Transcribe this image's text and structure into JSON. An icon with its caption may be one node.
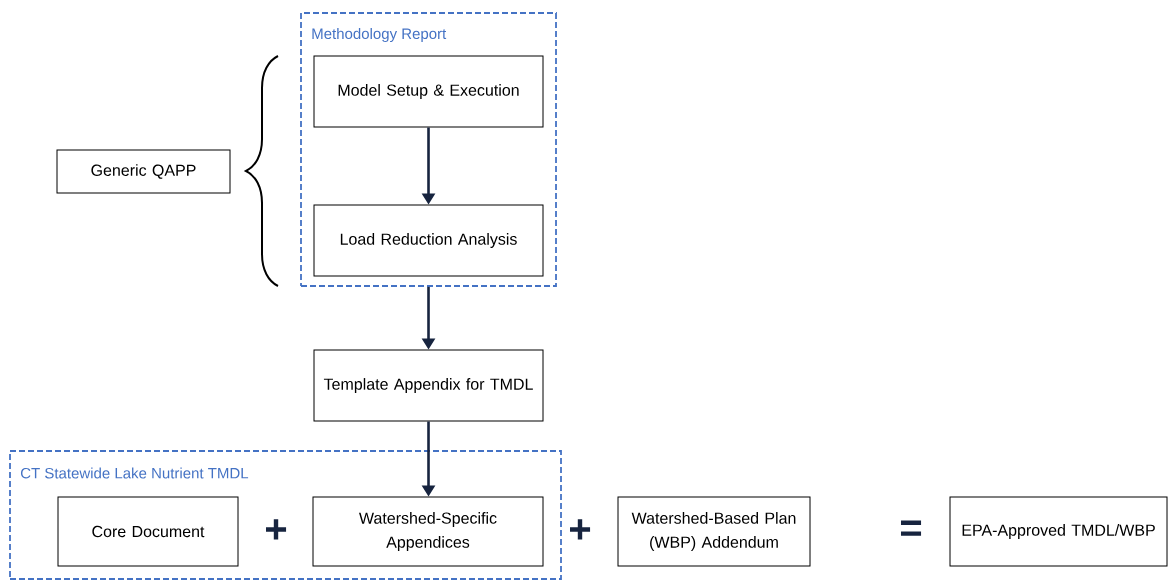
{
  "diagram": {
    "nodes": [
      {
        "text": [
          "Methodology Report"
        ]
      },
      {
        "text": [
          "Model Setup & Execution"
        ],
        "in": 0
      },
      {
        "text": [
          "Load Reduction Analysis"
        ],
        "in": 0
      },
      {
        "text": [
          "Generic QAPP"
        ]
      },
      {
        "text": [
          "Template Appendix for TMDL"
        ]
      },
      {
        "text": [
          "CT Statewide Lake Nutrient TMDL"
        ]
      },
      {
        "text": [
          "Core Document"
        ],
        "in": 5
      },
      {
        "text": [
          "Watershed-Specific Appendices"
        ],
        "in": 5
      },
      {
        "text": [
          "Watershed-Based Plan (WBP) Addendum"
        ]
      },
      {
        "text": [
          "EPA-Approved TMDL/WBP"
        ]
      }
    ],
    "edges": [
      {
        "from": 1,
        "to": 2,
        "arrow": "to"
      },
      {
        "from": 0,
        "to": 4,
        "arrow": "to"
      },
      {
        "from": 4,
        "to": 7,
        "arrow": "to"
      }
    ],
    "labels": [
      "+",
      "+",
      "="
    ]
  }
}
